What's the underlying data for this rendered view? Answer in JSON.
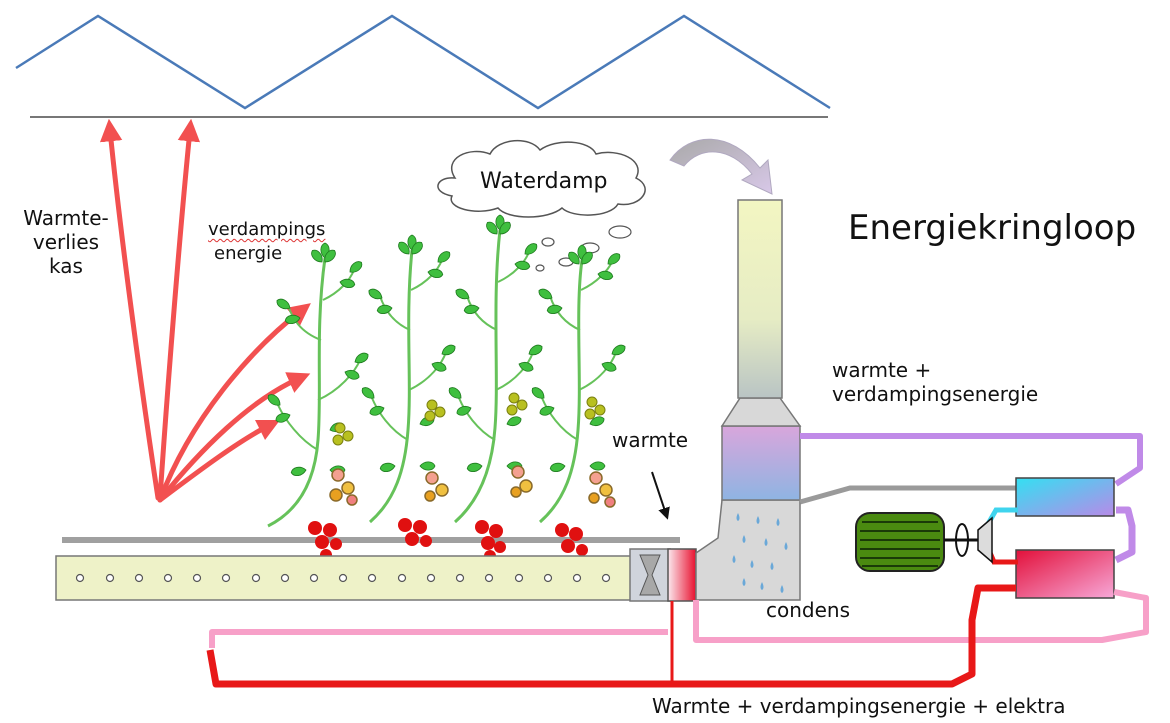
{
  "title": "Energiekringloop",
  "labels": {
    "waterdamp": "Waterdamp",
    "warmteverlies": [
      "Warmte-",
      "verlies",
      "kas"
    ],
    "verdampingsenergie": [
      "verdampings",
      "energie"
    ],
    "warmte": "warmte",
    "warmte_plus_verdamping": [
      "warmte +",
      "verdampingsenergie"
    ],
    "condens": "condens",
    "totaal": "Warmte + verdampingsenergie + elektra"
  },
  "colors": {
    "roof": "#4a7ab8",
    "heat_arrow": "#f25050",
    "purple_pipe": "#c08ae8",
    "pink_pipe": "#f7a0c8",
    "red_pipe": "#e81818",
    "grey_pipe": "#9a9a9a",
    "cyan_pipe": "#3fd4ee",
    "tube_fill": "#eef2c8",
    "chimney_fill": "#f0f4c0",
    "motor": "#4a8a10",
    "leaf": "#3fbf3f",
    "tomato": "#e01010"
  }
}
